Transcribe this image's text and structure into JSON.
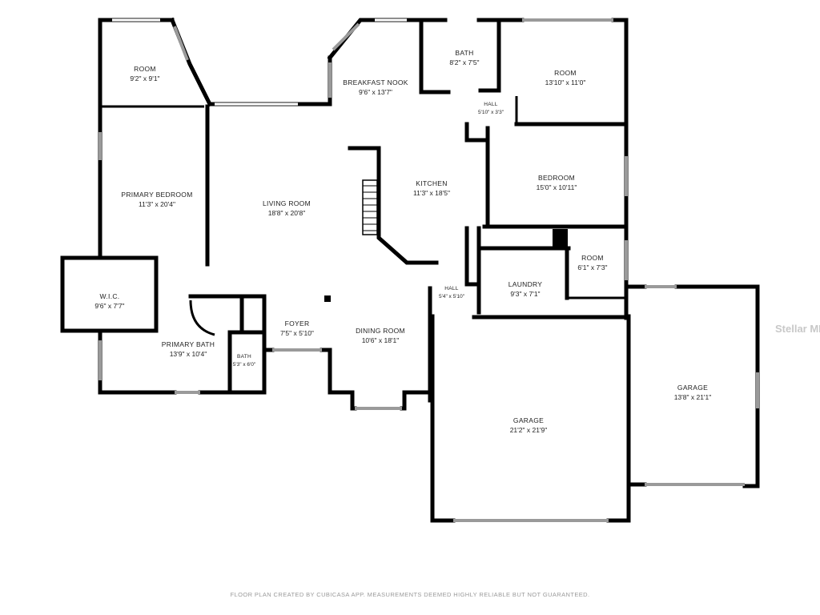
{
  "rooms": {
    "room_nw": {
      "name": "ROOM",
      "dims": "9'2\" x 9'1\""
    },
    "breakfast_nook": {
      "name": "BREAKFAST NOOK",
      "dims": "9'6\" x 13'7\""
    },
    "bath_top": {
      "name": "BATH",
      "dims": "8'2\" x 7'5\""
    },
    "room_ne": {
      "name": "ROOM",
      "dims": "13'10\" x 11'0\""
    },
    "hall_top": {
      "name": "HALL",
      "dims": "5'10\" x 3'3\""
    },
    "primary_bedroom": {
      "name": "PRIMARY BEDROOM",
      "dims": "11'3\" x 20'4\""
    },
    "living_room": {
      "name": "LIVING ROOM",
      "dims": "18'8\" x 20'8\""
    },
    "kitchen": {
      "name": "KITCHEN",
      "dims": "11'3\" x 18'5\""
    },
    "bedroom": {
      "name": "BEDROOM",
      "dims": "15'0\" x 10'11\""
    },
    "room_small": {
      "name": "ROOM",
      "dims": "6'1\" x 7'3\""
    },
    "wic": {
      "name": "W.I.C.",
      "dims": "9'6\" x 7'7\""
    },
    "hall_mid": {
      "name": "HALL",
      "dims": "5'4\" x 5'10\""
    },
    "laundry": {
      "name": "LAUNDRY",
      "dims": "9'3\" x 7'1\""
    },
    "foyer": {
      "name": "FOYER",
      "dims": "7'5\" x 5'10\""
    },
    "dining_room": {
      "name": "DINING ROOM",
      "dims": "10'6\" x 18'1\""
    },
    "primary_bath": {
      "name": "PRIMARY BATH",
      "dims": "13'9\" x 10'4\""
    },
    "bath_small": {
      "name": "BATH",
      "dims": "5'3\" x 6'0\""
    },
    "garage_main": {
      "name": "GARAGE",
      "dims": "21'2\" x 21'9\""
    },
    "garage_side": {
      "name": "GARAGE",
      "dims": "13'8\" x 21'1\""
    }
  },
  "footer": {
    "disclaimer": "FLOOR PLAN CREATED BY CUBICASA APP. MEASUREMENTS DEEMED HIGHLY RELIABLE BUT NOT GUARANTEED."
  },
  "watermark": {
    "text": "Stellar MLS"
  },
  "colors": {
    "wall": "#000000",
    "window": "#9a9a9a",
    "label": "#222222",
    "footer": "#9a9a9a"
  }
}
